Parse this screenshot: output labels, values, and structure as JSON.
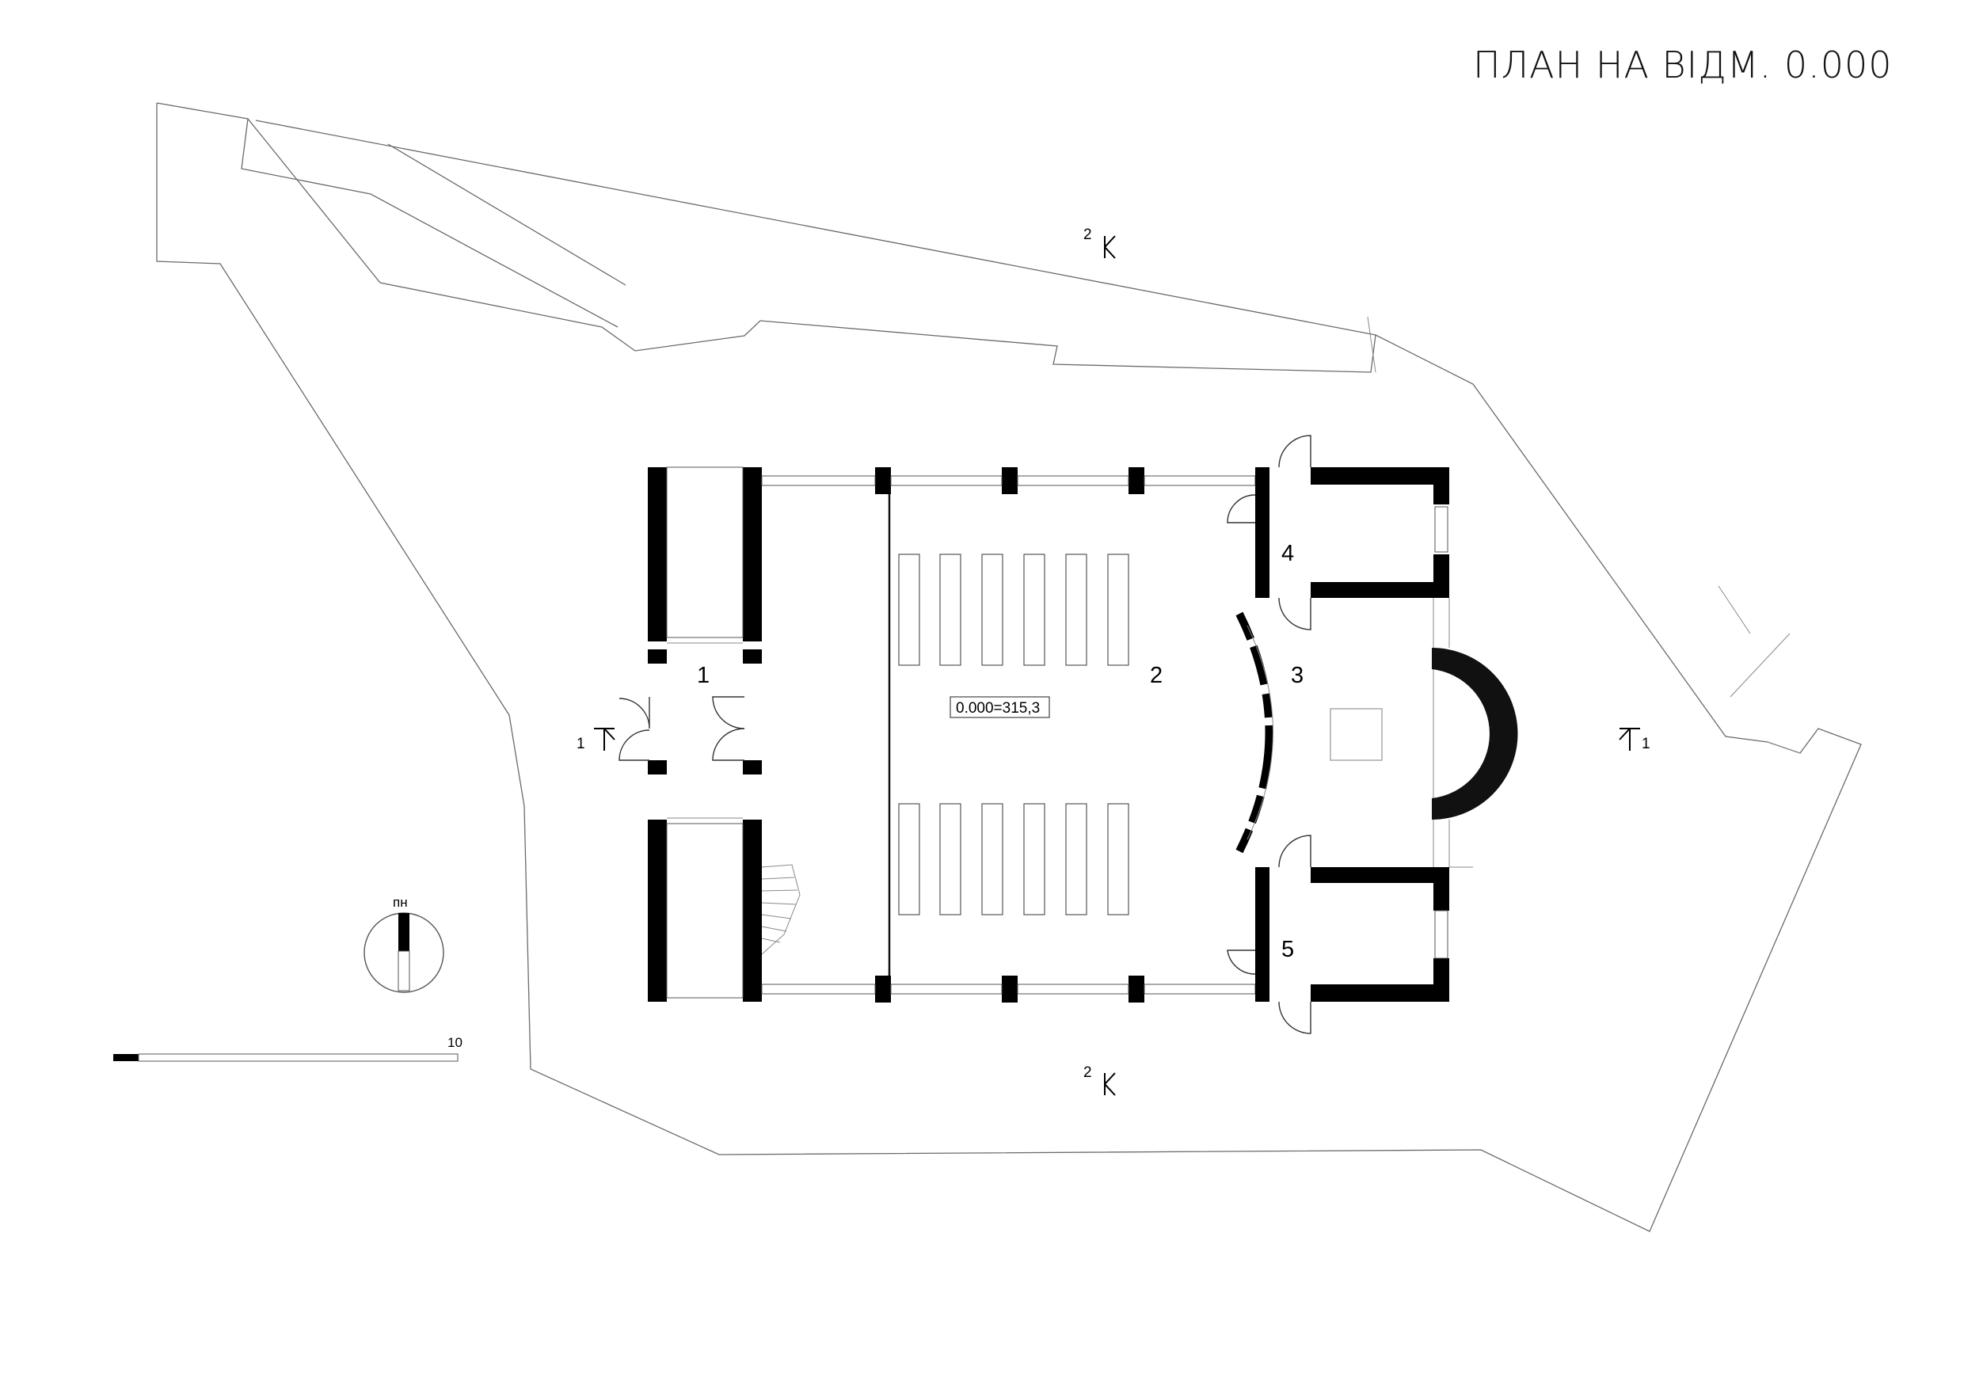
{
  "title": "ПЛАН НА ВІДМ. 0.000",
  "rooms": [
    {
      "label": "1"
    },
    {
      "label": "2"
    },
    {
      "label": "3"
    },
    {
      "label": "4"
    },
    {
      "label": "5"
    }
  ],
  "level_mark": "0.000=315,3",
  "section_marks": {
    "section_1_left": "1",
    "section_1_right": "1",
    "section_2_top": "2",
    "section_2_bottom": "2"
  },
  "north_label": "пн",
  "scale_label": "10"
}
